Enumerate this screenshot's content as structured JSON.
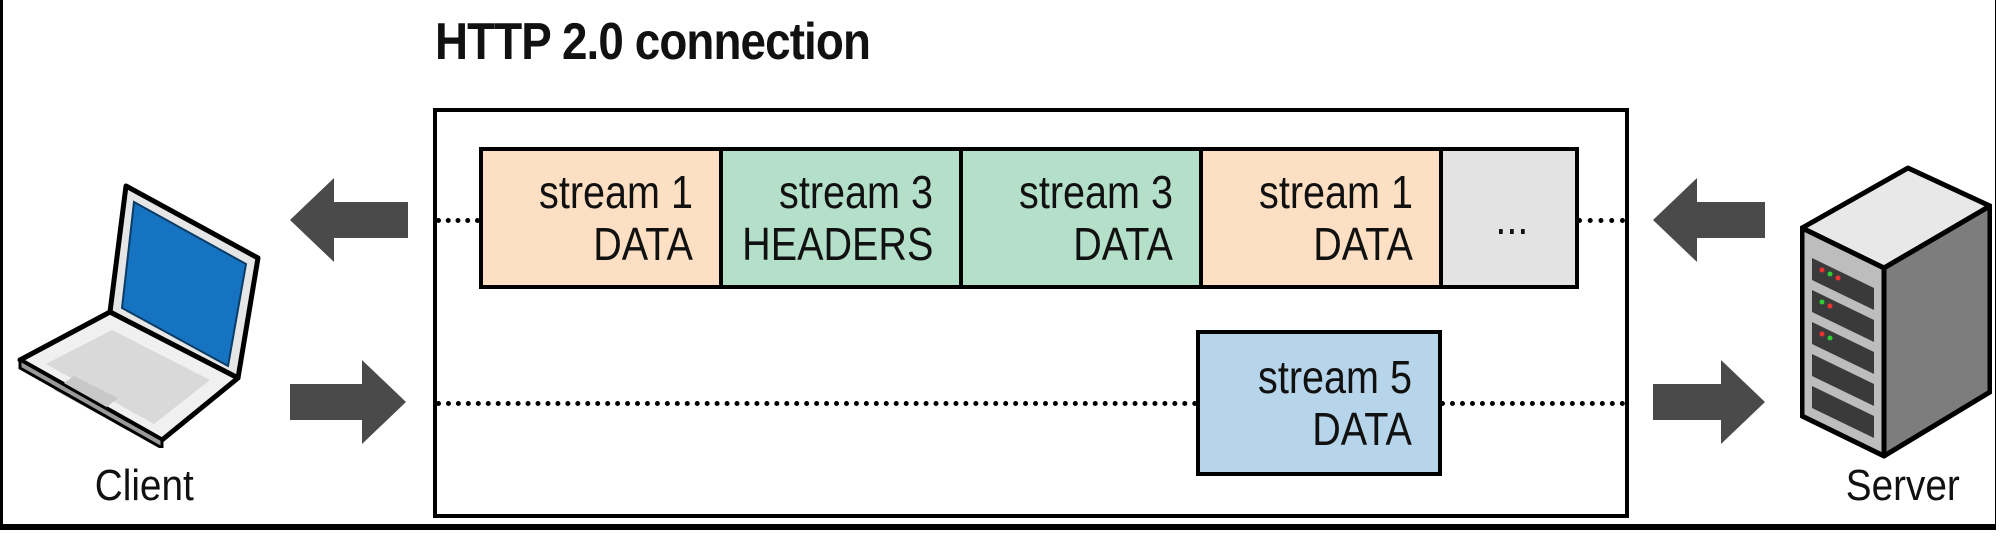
{
  "diagram": {
    "title": "HTTP 2.0 connection",
    "client_label": "Client",
    "server_label": "Server",
    "upper_lane": [
      {
        "line1": "stream 1",
        "line2": "DATA",
        "color": "#fde0c3"
      },
      {
        "line1": "stream 3",
        "line2": "HEADERS",
        "color": "#b4dfc8"
      },
      {
        "line1": "stream 3",
        "line2": "DATA",
        "color": "#b4dfc8"
      },
      {
        "line1": "stream 1",
        "line2": "DATA",
        "color": "#fde0c3"
      },
      {
        "line1": "...",
        "line2": "",
        "color": "#e3e3e3"
      }
    ],
    "lower_lane": [
      {
        "line1": "stream 5",
        "line2": "DATA",
        "color": "#b6d5ea"
      }
    ],
    "icons": {
      "client": "laptop-icon",
      "server": "server-icon",
      "upper_arrows": "arrow-left-icon",
      "lower_arrows": "arrow-right-icon"
    }
  }
}
